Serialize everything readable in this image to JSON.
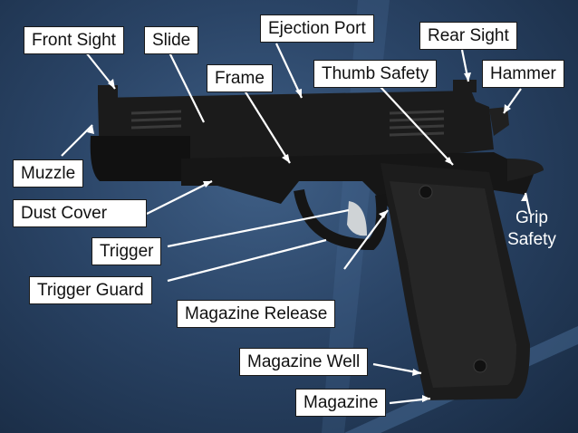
{
  "labels": {
    "front_sight": "Front Sight",
    "slide": "Slide",
    "ejection_port": "Ejection Port",
    "rear_sight": "Rear Sight",
    "frame": "Frame",
    "thumb_safety": "Thumb Safety",
    "hammer": "Hammer",
    "muzzle": "Muzzle",
    "dust_cover": "Dust Cover",
    "grip_safety_line1": "Grip",
    "grip_safety_line2": "Safety",
    "trigger": "Trigger",
    "trigger_guard": "Trigger Guard",
    "magazine_release": "Magazine Release",
    "magazine_well": "Magazine Well",
    "magazine": "Magazine"
  },
  "colors": {
    "background": "#2a4466",
    "label_fill": "#ffffff",
    "leader_line": "#ffffff",
    "pistol_body": "#151515",
    "grip_panel": "#222222"
  }
}
